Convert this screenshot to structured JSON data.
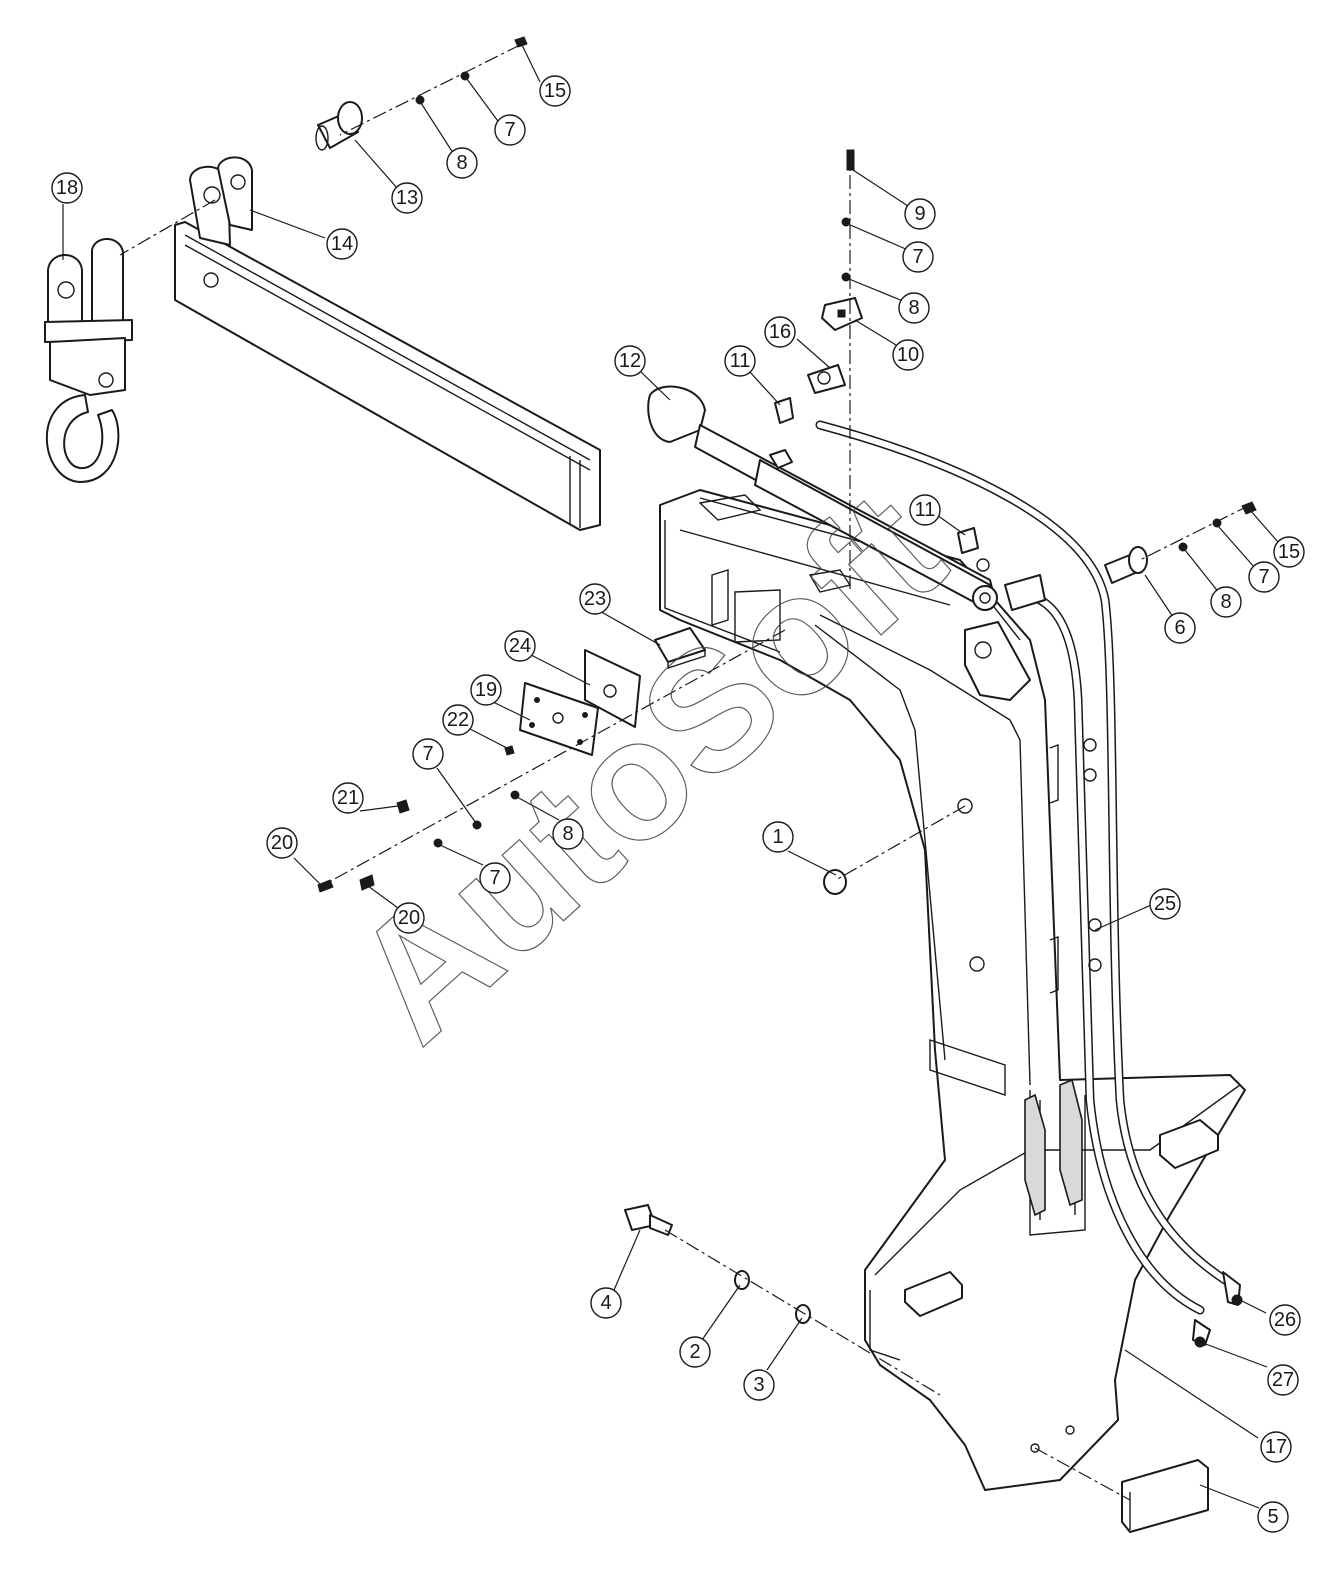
{
  "watermark": "AutoSoft",
  "part_numbers": [
    "1",
    "2",
    "3",
    "4",
    "5",
    "6",
    "7",
    "8",
    "9",
    "10",
    "11",
    "12",
    "13",
    "14",
    "15",
    "16",
    "17",
    "18",
    "19",
    "20",
    "21",
    "22",
    "23",
    "24",
    "25",
    "26",
    "27"
  ]
}
